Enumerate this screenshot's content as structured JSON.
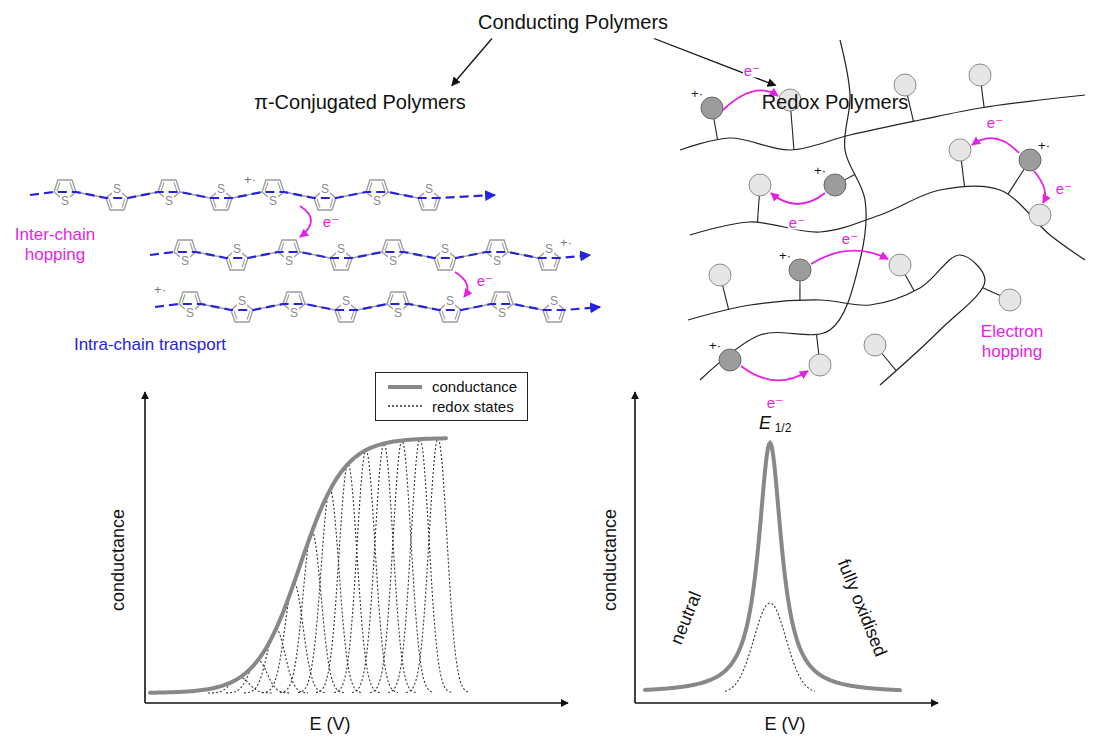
{
  "diagram": {
    "nodes": [
      {
        "text": [
          "Conducting Polymers"
        ]
      },
      {
        "text": [
          "π-Conjugated Polymers"
        ]
      },
      {
        "text": [
          "Redox Polymers"
        ]
      }
    ],
    "edges": [
      {
        "from": 0,
        "to": 1,
        "arrow": "to"
      },
      {
        "from": 0,
        "to": 2,
        "arrow": "to"
      }
    ],
    "labels": [
      "Inter-chain hopping",
      "Intra-chain transport",
      "+·",
      "+·",
      "+·",
      "S",
      "S",
      "S",
      "S",
      "S",
      "S",
      "S",
      "S",
      "S",
      "S",
      "S",
      "S",
      "S",
      "S",
      "S",
      "S",
      "S",
      "S",
      "S",
      "S",
      "S",
      "S",
      "S",
      "S",
      "e⁻",
      "e⁻",
      "Electron hopping",
      "e⁻",
      "e⁻",
      "e⁻",
      "e⁻",
      "e⁻",
      "e⁻",
      "+·",
      "+·",
      "+·",
      "+·",
      "+·",
      "conductance",
      "E (V)",
      "conductance",
      "E (V)",
      "E",
      "1/2",
      "neutral",
      "fully oxidised"
    ],
    "legend": [
      {
        "text": "conductance"
      },
      {
        "text": "redox states"
      }
    ]
  }
}
